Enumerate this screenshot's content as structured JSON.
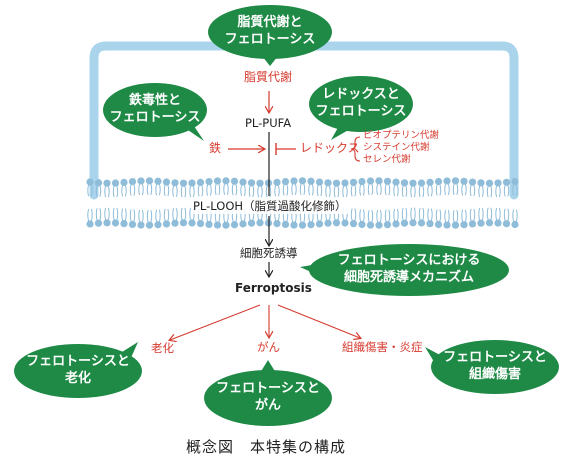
{
  "colors": {
    "green": "#1f8a46",
    "red": "#d63a2f",
    "membrane_blue": "#a9d4ec",
    "lipid_blue": "#8fbcd8",
    "text": "#222222"
  },
  "bubbles": {
    "lipid_metabolism": [
      "脂質代謝と",
      "フェロトーシス"
    ],
    "iron_toxicity": [
      "鉄毒性と",
      "フェロトーシス"
    ],
    "redox": [
      "レドックスと",
      "フェロトーシス"
    ],
    "death_mechanism": [
      "フェロトーシスにおける",
      "細胞死誘導メカニズム"
    ],
    "aging": [
      "フェロトーシスと",
      "老化"
    ],
    "cancer": [
      "フェロトーシスと",
      "がん"
    ],
    "tissue_damage": [
      "フェロトーシスと",
      "組織傷害"
    ]
  },
  "pathway": {
    "lipid_metabolism": "脂質代謝",
    "pl_pufa": "PL-PUFA",
    "iron": "鉄",
    "redox": "レドックス",
    "redox_details": [
      "ビオプテリン代謝",
      "システイン代謝",
      "セレン代謝"
    ],
    "pl_looh": "PL-LOOH（脂質過酸化修飾）",
    "death_induction": "細胞死誘導",
    "ferroptosis": "Ferroptosis",
    "aging": "老化",
    "cancer": "がん",
    "tissue_damage": "組織傷害・炎症"
  },
  "caption": "概念図　本特集の構成"
}
